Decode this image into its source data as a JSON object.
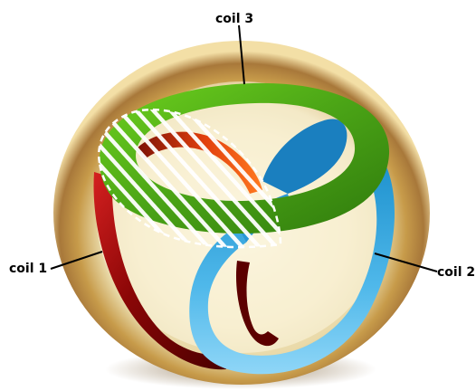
{
  "labels": {
    "coil1": "coil 1",
    "coil2": "coil 2",
    "coil3": "coil 3"
  },
  "colors": {
    "coil1": "#b01010",
    "coil2": "#3fa9e0",
    "coil3": "#4caf14",
    "sphere_rim": "#b88a3a",
    "sphere_center": "#f6ecc8",
    "hatch_region": "#ffffff"
  }
}
